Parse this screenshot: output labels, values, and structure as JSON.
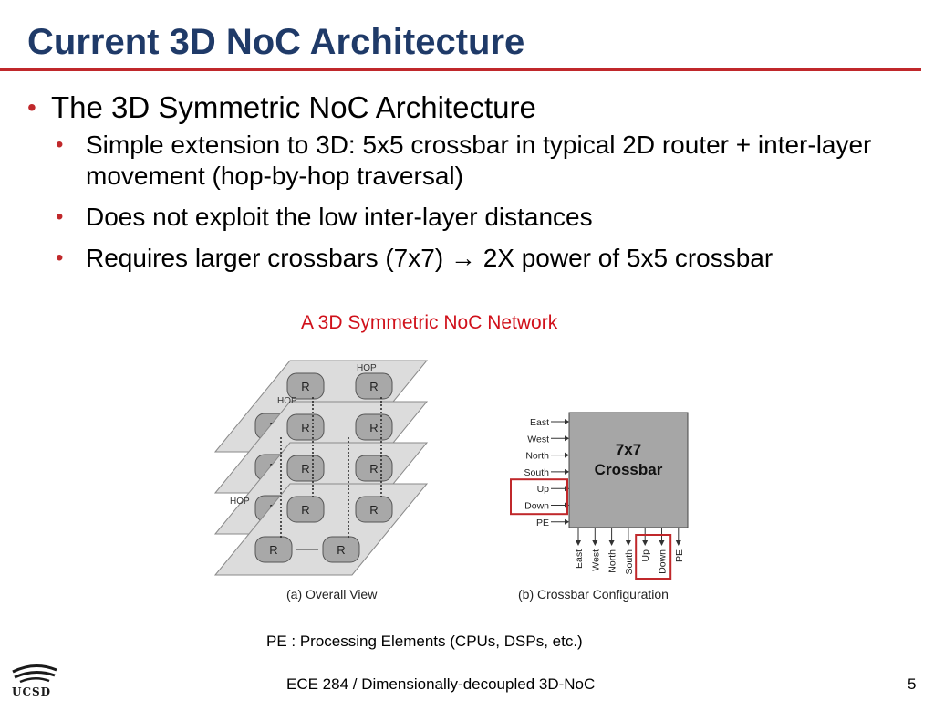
{
  "slide": {
    "title": "Current 3D NoC Architecture",
    "bullet_main": "The 3D Symmetric NoC Architecture",
    "sub_bullets": [
      "Simple extension to 3D: 5x5 crossbar in typical 2D router + inter-layer movement (hop-by-hop traversal)",
      "Does not exploit the low inter-layer distances",
      "Requires larger crossbars (7x7)",
      "2X power of 5x5 crossbar"
    ],
    "arrow_glyph": "→"
  },
  "figure": {
    "caption": "A 3D Symmetric NoC Network",
    "router_label": "R",
    "hop_label": "HOP",
    "overall_caption": "(a) Overall View",
    "crossbar_caption": "(b) Crossbar Configuration",
    "crossbar_title_1": "7x7",
    "crossbar_title_2": "Crossbar",
    "inputs": [
      "East",
      "West",
      "North",
      "South",
      "Up",
      "Down",
      "PE"
    ],
    "outputs": [
      "East",
      "West",
      "North",
      "South",
      "Up",
      "Down",
      "PE"
    ],
    "highlight_color": "#c0282b"
  },
  "note": "PE : Processing Elements (CPUs, DSPs, etc.)",
  "footer": {
    "course": "ECE 284 / Dimensionally-decoupled 3D-NoC",
    "page": "5",
    "logo_text": "UCSD"
  },
  "colors": {
    "title": "#1f3a68",
    "accent": "#c0282b",
    "caption": "#d0101a"
  }
}
